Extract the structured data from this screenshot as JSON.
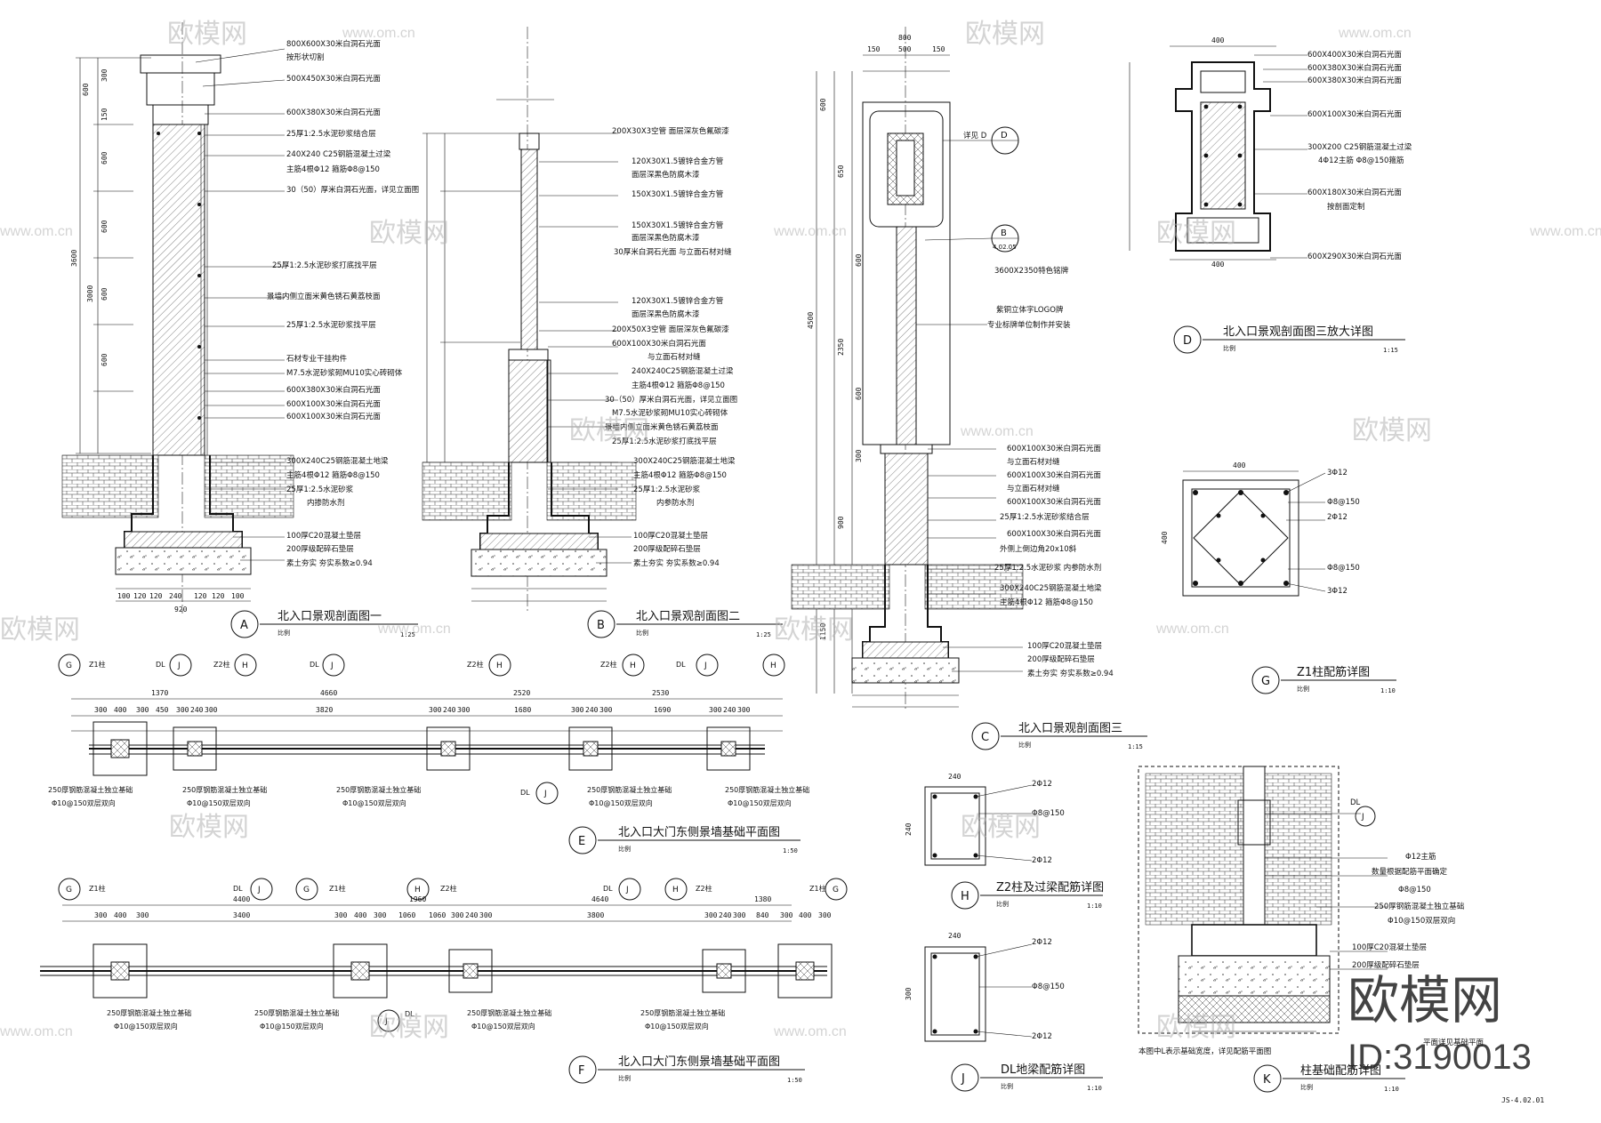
{
  "watermarks": {
    "brand": "欧模网",
    "site": "www.om.cn",
    "id": "ID:3190013"
  },
  "sheet_number": "JS-4.02.01",
  "scale_label": "比例",
  "details": {
    "A": {
      "letter": "A",
      "title": "北入口景观剖面图一",
      "scale": "1:25"
    },
    "B": {
      "letter": "B",
      "title": "北入口景观剖面图二",
      "scale": "1:25"
    },
    "C": {
      "letter": "C",
      "title": "北入口景观剖面图三",
      "scale": "1:15"
    },
    "D": {
      "letter": "D",
      "title": "北入口景观剖面图三放大详图",
      "scale": "1:15"
    },
    "E": {
      "letter": "E",
      "title": "北入口大门东侧景墙基础平面图",
      "scale": "1:50"
    },
    "F": {
      "letter": "F",
      "title": "北入口大门东侧景墙基础平面图",
      "scale": "1:50"
    },
    "G": {
      "letter": "G",
      "title": "Z1柱配筋详图",
      "scale": "1:10"
    },
    "H": {
      "letter": "H",
      "title": "Z2柱及过梁配筋详图",
      "scale": "1:10"
    },
    "J": {
      "letter": "J",
      "title": "DL地梁配筋详图",
      "scale": "1:10"
    },
    "K": {
      "letter": "K",
      "title": "柱基础配筋详图",
      "scale": "1:10"
    }
  },
  "notes_A": [
    "800X600X30米白洞石光面",
    "按形状切割",
    "500X450X30米白洞石光面",
    "600X380X30米白洞石光面",
    "25厚1:2.5水泥砂浆结合层",
    "240X240 C25钢筋混凝土过梁",
    "主筋4根Φ12 箍筋Φ8@150",
    "30（50）厚米白洞石光面，详见立面图",
    "25厚1:2.5水泥砂浆打底找平层",
    "景墙内侧立面米黄色锈石黄荔枝面",
    "25厚1:2.5水泥砂浆找平层",
    "石材专业干挂构件",
    "M7.5水泥砂浆砌MU10实心砖砌体",
    "600X380X30米白洞石光面",
    "600X100X30米白洞石光面",
    "600X100X30米白洞石光面",
    "300X240C25钢筋混凝土地梁",
    "主筋4根Φ12 箍筋Φ8@150",
    "25厚1:2.5水泥砂浆",
    "内掺防水剂",
    "100厚C20混凝土垫层",
    "200厚级配碎石垫层",
    "素土夯实 夯实系数≥0.94"
  ],
  "notes_B": [
    "200X30X3空管 面层深灰色氟碳漆",
    "120X30X1.5镀锌合金方管",
    "面层深黑色防腐木漆",
    "150X30X1.5镀锌合金方管",
    "150X30X1.5镀锌合金方管",
    "面层深黑色防腐木漆",
    "30厚米白洞石光面 与立面石材对缝",
    "120X30X1.5镀锌合金方管",
    "面层深黑色防腐木漆",
    "200X50X3空管 面层深灰色氟碳漆",
    "600X100X30米白洞石光面",
    "与立面石材对缝",
    "240X240C25钢筋混凝土过梁",
    "主筋4根Φ12 箍筋Φ8@150",
    "30（50）厚米白洞石光面，详见立面图",
    "M7.5水泥砂浆砌MU10实心砖砌体",
    "景墙内侧立面米黄色锈石黄荔枝面",
    "25厚1:2.5水泥砂浆打底找平层",
    "300X240C25钢筋混凝土地梁",
    "主筋4根Φ12 箍筋Φ8@150",
    "25厚1:2.5水泥砂浆",
    "内参防水剂",
    "100厚C20混凝土垫层",
    "200厚级配碎石垫层",
    "素土夯实 夯实系数≥0.94"
  ],
  "notes_C": [
    "详见 D",
    "3600X2350特色铭牌",
    "紫铜立体字LOGO牌",
    "专业标牌单位制作并安装",
    "600X100X30米白洞石光面",
    "与立面石材对缝",
    "600X100X30米白洞石光面",
    "与立面石材对缝",
    "600X100X30米白洞石光面",
    "25厚1:2.5水泥砂浆结合层",
    "600X100X30米白洞石光面",
    "外侧上倒边角20x10斜",
    "25厚1:2.5水泥砂浆 内参防水剂",
    "300X240C25钢筋混凝土地梁",
    "主筋4根Φ12 箍筋Φ8@150",
    "100厚C20混凝土垫层",
    "200厚级配碎石垫层",
    "素土夯实 夯实系数≥0.94"
  ],
  "notes_D": [
    "600X400X30米白洞石光面",
    "600X380X30米白洞石光面",
    "600X380X30米白洞石光面",
    "600X100X30米白洞石光面",
    "300X200 C25钢筋混凝土过梁",
    "4Φ12主筋 Φ8@150箍筋",
    "600X180X30米白洞石光面",
    "按剖面定制",
    "600X290X30米白洞石光面"
  ],
  "notes_G": [
    "3Φ12",
    "Φ8@150",
    "2Φ12",
    "Φ8@150",
    "3Φ12"
  ],
  "notes_H": [
    "2Φ12",
    "Φ8@150",
    "2Φ12"
  ],
  "notes_J": [
    "2Φ12",
    "Φ8@150",
    "2Φ12"
  ],
  "notes_K": [
    "DL",
    "Φ12主筋",
    "数量根据配筋平面确定",
    "Φ8@150",
    "250厚钢筋混凝土独立基础",
    "Φ10@150双层双向",
    "100厚C20混凝土垫层",
    "200厚级配碎石垫层",
    "本图中L表示基础宽度，详见配筋平面图",
    "平面详见基础平面"
  ],
  "notes_E": [
    "250厚钢筋混凝土独立基础",
    "Φ10@150双层双向"
  ],
  "dims_E_top": [
    "1370",
    "4660",
    "2520",
    "2530"
  ],
  "dims_E_sub": [
    "300",
    "400",
    "300",
    "450",
    "300",
    "240",
    "300",
    "3820",
    "300",
    "240",
    "300",
    "1680",
    "300",
    "240",
    "300",
    "1690",
    "300",
    "240",
    "300"
  ],
  "dims_F_top": [
    "4400",
    "1960",
    "4640",
    "1380"
  ],
  "dims_F_sub": [
    "300",
    "400",
    "300",
    "3400",
    "300",
    "400",
    "300",
    "1060",
    "1060",
    "300",
    "240",
    "300",
    "3800",
    "300",
    "240",
    "300",
    "840",
    "300",
    "400",
    "300"
  ],
  "dims_A_left": [
    "600",
    "300",
    "150",
    "600",
    "600",
    "600",
    "600",
    "3600",
    "3000"
  ],
  "dims_A_bottom": [
    "100",
    "120",
    "120",
    "240",
    "120",
    "120",
    "100",
    "920"
  ],
  "dims_C_top": [
    "800",
    "150",
    "500",
    "150"
  ],
  "dims_C_left": [
    "600",
    "650",
    "4500",
    "2350",
    "900",
    "600",
    "600",
    "300",
    "1150"
  ],
  "labels": {
    "z1": "Z1柱",
    "z2": "Z2柱",
    "dl": "DL",
    "axis_G": "G",
    "axis_H": "H",
    "axis_J": "J",
    "axis_D": "D",
    "ref_sheet": "4.02.05"
  }
}
